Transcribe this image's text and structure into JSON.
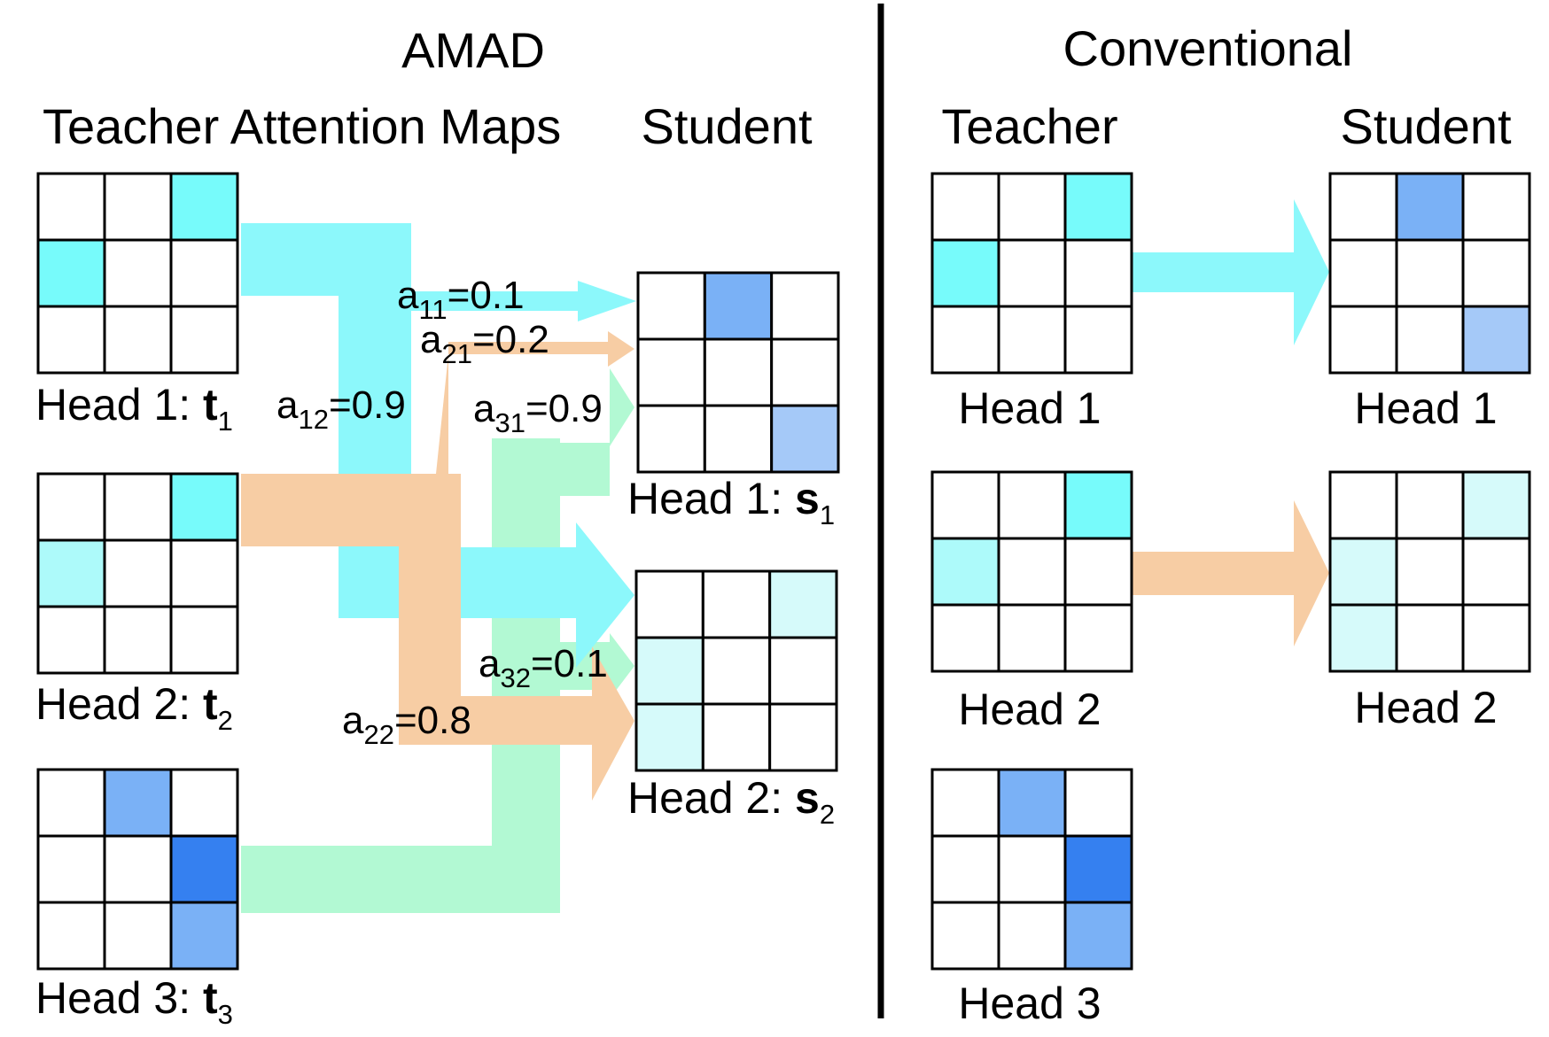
{
  "colors": {
    "cyan_dark": "#77fbfb",
    "cyan_mid": "#adfafa",
    "cyan_light": "#d6fafa",
    "blue_dark": "#3580f0",
    "blue_mid": "#7ab1f6",
    "blue_light": "#a5c9f8",
    "arrow_cyan": "#8cf8fb",
    "arrow_orange": "#f7cda4",
    "arrow_green": "#b2f9d3",
    "grid_line": "#000000"
  },
  "amad": {
    "title": "AMAD",
    "teacher_header": "Teacher Attention Maps",
    "student_header": "Student",
    "teacher_heads": [
      {
        "label": "Head 1: ",
        "var": "t",
        "sub": "1",
        "cells": [
          "",
          "",
          "cyan_dark",
          "cyan_dark",
          "",
          "",
          "",
          "",
          ""
        ]
      },
      {
        "label": "Head 2: ",
        "var": "t",
        "sub": "2",
        "cells": [
          "",
          "",
          "cyan_dark",
          "cyan_mid",
          "",
          "",
          "",
          "",
          ""
        ]
      },
      {
        "label": "Head 3: ",
        "var": "t",
        "sub": "3",
        "cells": [
          "",
          "blue_mid",
          "",
          "",
          "",
          "blue_dark",
          "",
          "",
          "blue_mid"
        ]
      }
    ],
    "student_heads": [
      {
        "label": "Head 1: ",
        "var": "s",
        "sub": "1",
        "cells": [
          "",
          "blue_mid",
          "",
          "",
          "",
          "",
          "",
          "",
          "blue_light"
        ]
      },
      {
        "label": "Head 2: ",
        "var": "s",
        "sub": "2",
        "cells": [
          "",
          "",
          "cyan_light",
          "cyan_light",
          "",
          "",
          "cyan_light",
          "",
          ""
        ]
      }
    ],
    "weights": [
      {
        "pre": "a",
        "sub": "11",
        "val": "=0.1"
      },
      {
        "pre": "a",
        "sub": "21",
        "val": "=0.2"
      },
      {
        "pre": "a",
        "sub": "12",
        "val": "=0.9"
      },
      {
        "pre": "a",
        "sub": "31",
        "val": "=0.9"
      },
      {
        "pre": "a",
        "sub": "32",
        "val": "=0.1"
      },
      {
        "pre": "a",
        "sub": "22",
        "val": "=0.8"
      }
    ]
  },
  "conventional": {
    "title": "Conventional",
    "teacher_header": "Teacher",
    "student_header": "Student",
    "teacher_heads": [
      {
        "label": "Head 1",
        "cells": [
          "",
          "",
          "cyan_dark",
          "cyan_dark",
          "",
          "",
          "",
          "",
          ""
        ]
      },
      {
        "label": "Head 2",
        "cells": [
          "",
          "",
          "cyan_dark",
          "cyan_mid",
          "",
          "",
          "",
          "",
          ""
        ]
      },
      {
        "label": "Head 3",
        "cells": [
          "",
          "blue_mid",
          "",
          "",
          "",
          "blue_dark",
          "",
          "",
          "blue_mid"
        ]
      }
    ],
    "student_heads": [
      {
        "label": "Head 1",
        "cells": [
          "",
          "blue_mid",
          "",
          "",
          "",
          "",
          "",
          "",
          "blue_light"
        ]
      },
      {
        "label": "Head 2",
        "cells": [
          "",
          "",
          "cyan_light",
          "cyan_light",
          "",
          "",
          "cyan_light",
          "",
          ""
        ]
      }
    ]
  }
}
